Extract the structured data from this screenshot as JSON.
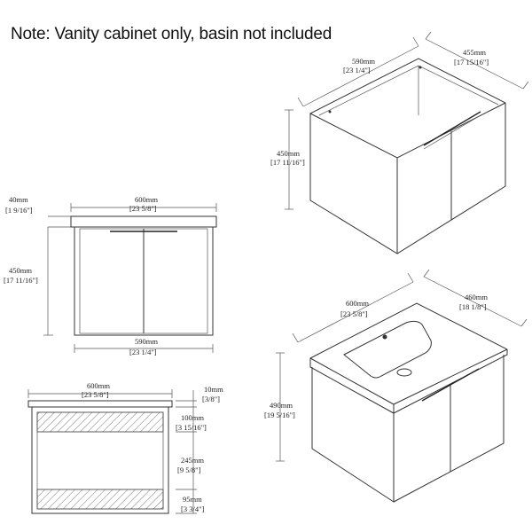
{
  "note": "Note: Vanity cabinet only, basin not included",
  "iso_cabinet": {
    "width_mm": "590mm",
    "width_in": "[23 1/4\"]",
    "depth_mm": "455mm",
    "depth_in": "[17 15/16\"]",
    "height_mm": "450mm",
    "height_in": "[17 11/16\"]"
  },
  "front_view": {
    "top_width_mm": "600mm",
    "top_width_in": "[23 5/8\"]",
    "top_thickness_mm": "40mm",
    "top_thickness_in": "[1 9/16\"]",
    "height_mm": "450mm",
    "height_in": "[17 11/16\"]",
    "bottom_width_mm": "590mm",
    "bottom_width_in": "[23 1/4\"]"
  },
  "iso_basin": {
    "width_mm": "600mm",
    "width_in": "[23 5/8\"]",
    "depth_mm": "460mm",
    "depth_in": "[18 1/8\"]",
    "height_mm": "490mm",
    "height_in": "[19 5/16\"]"
  },
  "section_view": {
    "width_mm": "600mm",
    "width_in": "[23 5/8\"]",
    "top_mm": "10mm",
    "top_in": "[3/8\"]",
    "shelf1_mm": "100mm",
    "shelf1_in": "[3 15/16\"]",
    "gap_mm": "245mm",
    "gap_in": "[9 5/8\"]",
    "shelf2_mm": "95mm",
    "shelf2_in": "[3 3/4\"]"
  }
}
